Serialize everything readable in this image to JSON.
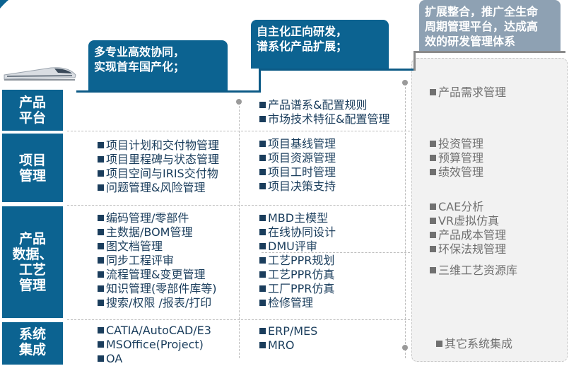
{
  "headers": [
    "多专业高效协同，\n实现首车国产化；",
    "自主化正向研发，\n谱系化产品扩展；",
    "扩展整合，推广全生命\n周期管理平台，达成高\n效的研发管理体系"
  ],
  "categories": [
    "产品\n平台",
    "项目\n管理",
    "产品\n数据、\n工艺\n管理",
    "系统\n集成"
  ],
  "columns": {
    "c1": {
      "project": [
        "项目计划和交付物管理",
        "项目里程碑与状态管理",
        "项目空间与IRIS交付物",
        "问题管理&风险管理"
      ],
      "data": [
        "编码管理/零部件",
        "主数据/BOM管理",
        "图文档管理",
        "同步工程评审",
        "流程管理&变更管理",
        "知识管理(零部件库等)",
        "搜索/权限 /报表/打印"
      ],
      "integration": [
        "CATIA/AutoCAD/E3",
        "MSOffice(Project)",
        "OA"
      ]
    },
    "c2": {
      "platform": [
        "产品谱系&配置规则",
        "市场技术特征&配置管理"
      ],
      "project": [
        "项目基线管理",
        "项目资源管理",
        "项目工时管理",
        "项目决策支持"
      ],
      "data": [
        "MBD主模型",
        "在线协同设计",
        "DMU评审",
        "工艺PPR规划",
        "工艺PPR仿真",
        "工厂PPR仿真",
        "检修管理"
      ],
      "integration": [
        "ERP/MES",
        "MRO"
      ]
    },
    "c3": {
      "platform": [
        "产品需求管理"
      ],
      "project": [
        "投资管理",
        "预算管理",
        "绩效管理"
      ],
      "data_a": [
        "CAE分析",
        "VR虚拟仿真",
        "产品成本管理",
        "环保法规管理"
      ],
      "data_b": [
        "三维工艺资源库"
      ],
      "integration": [
        "其它系统集成"
      ]
    }
  },
  "colors": {
    "primary": "#0c6391",
    "gray_header": "#8ea1b3",
    "panel": "#f2f2f2"
  },
  "icons": [
    "train-icon",
    "logo-swoosh-icon"
  ]
}
